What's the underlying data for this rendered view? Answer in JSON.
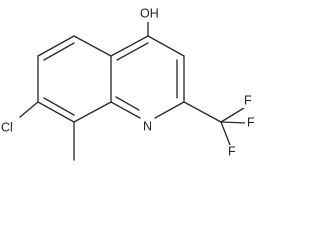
{
  "molecule": {
    "atom_labels": {
      "hydroxyl": "OH",
      "chlorine": "Cl",
      "nitrogen": "N",
      "fluorine_1": "F",
      "fluorine_2": "F",
      "fluorine_3": "F"
    }
  }
}
